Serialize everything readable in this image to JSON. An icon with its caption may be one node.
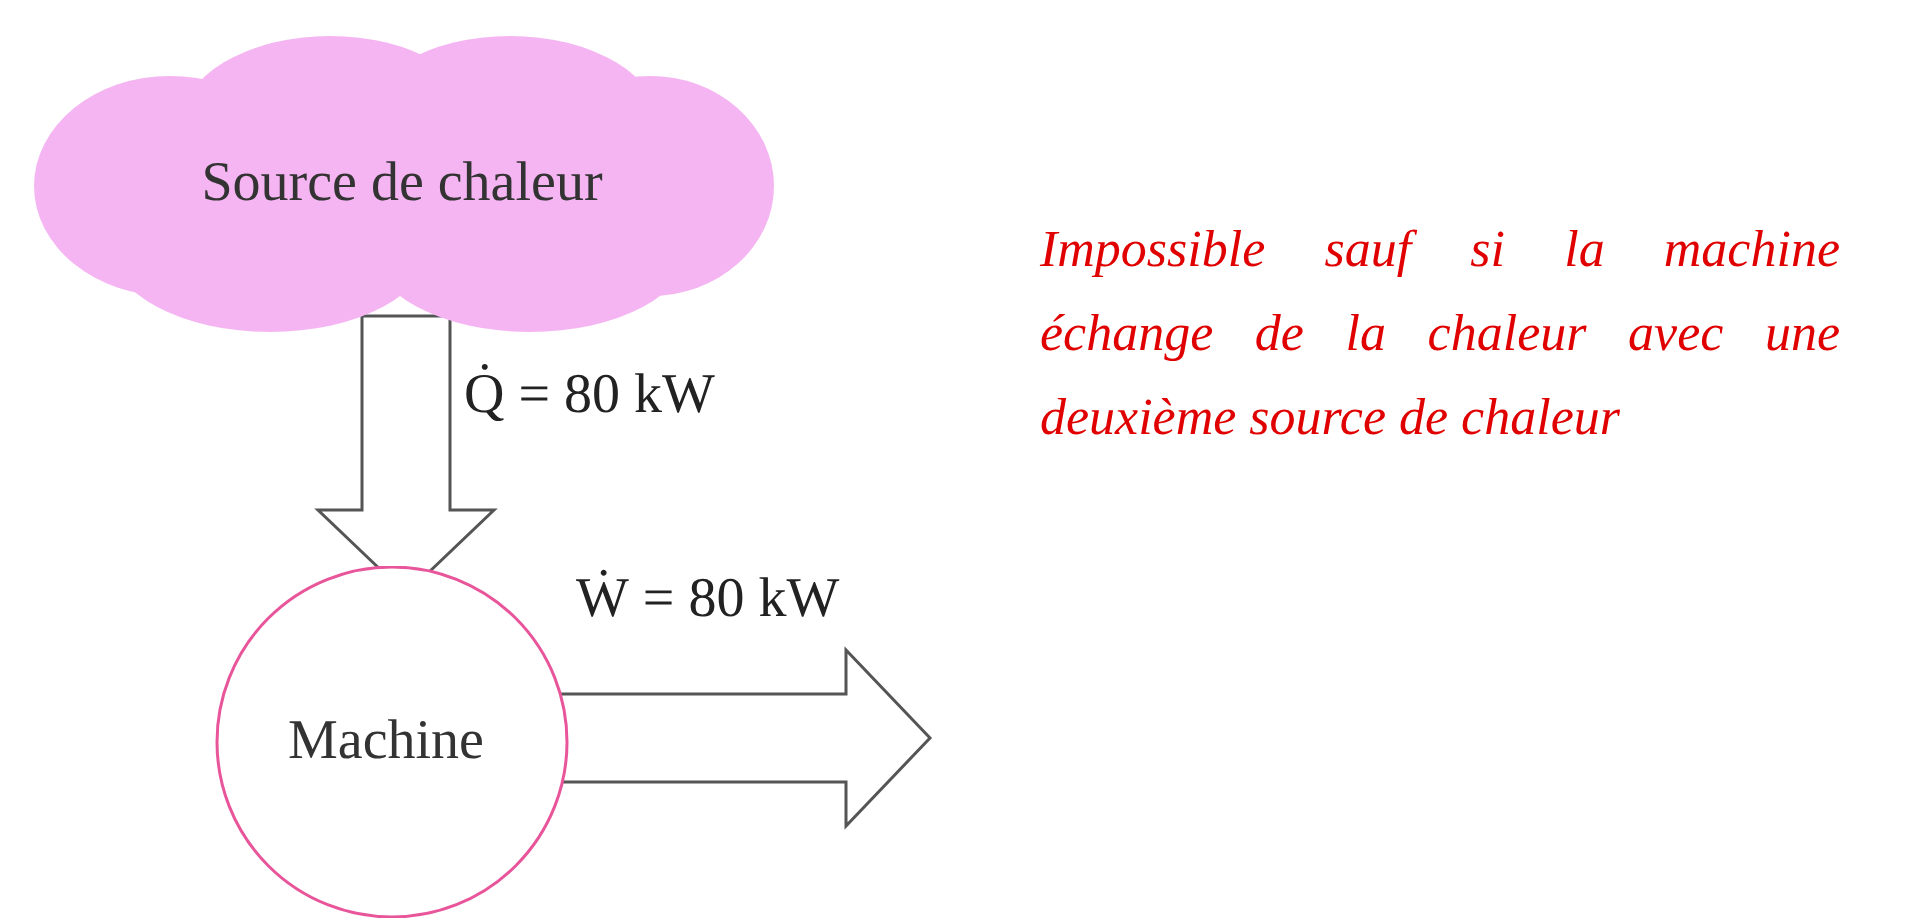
{
  "diagram": {
    "nodes": [
      {
        "text": [
          "Source de chaleur"
        ]
      },
      {
        "text": [
          "Machine"
        ]
      }
    ],
    "edges": [
      {
        "from": 0,
        "to": 1,
        "arrow": "to",
        "label": "Q̇ = 80 kW"
      },
      {
        "from": 1,
        "to": null,
        "arrow": "to",
        "label": "Ẇ = 80 kW"
      }
    ],
    "labels": [
      "Impossible sauf si la machine échange de la chaleur avec une deuxième source de chaleur"
    ]
  }
}
